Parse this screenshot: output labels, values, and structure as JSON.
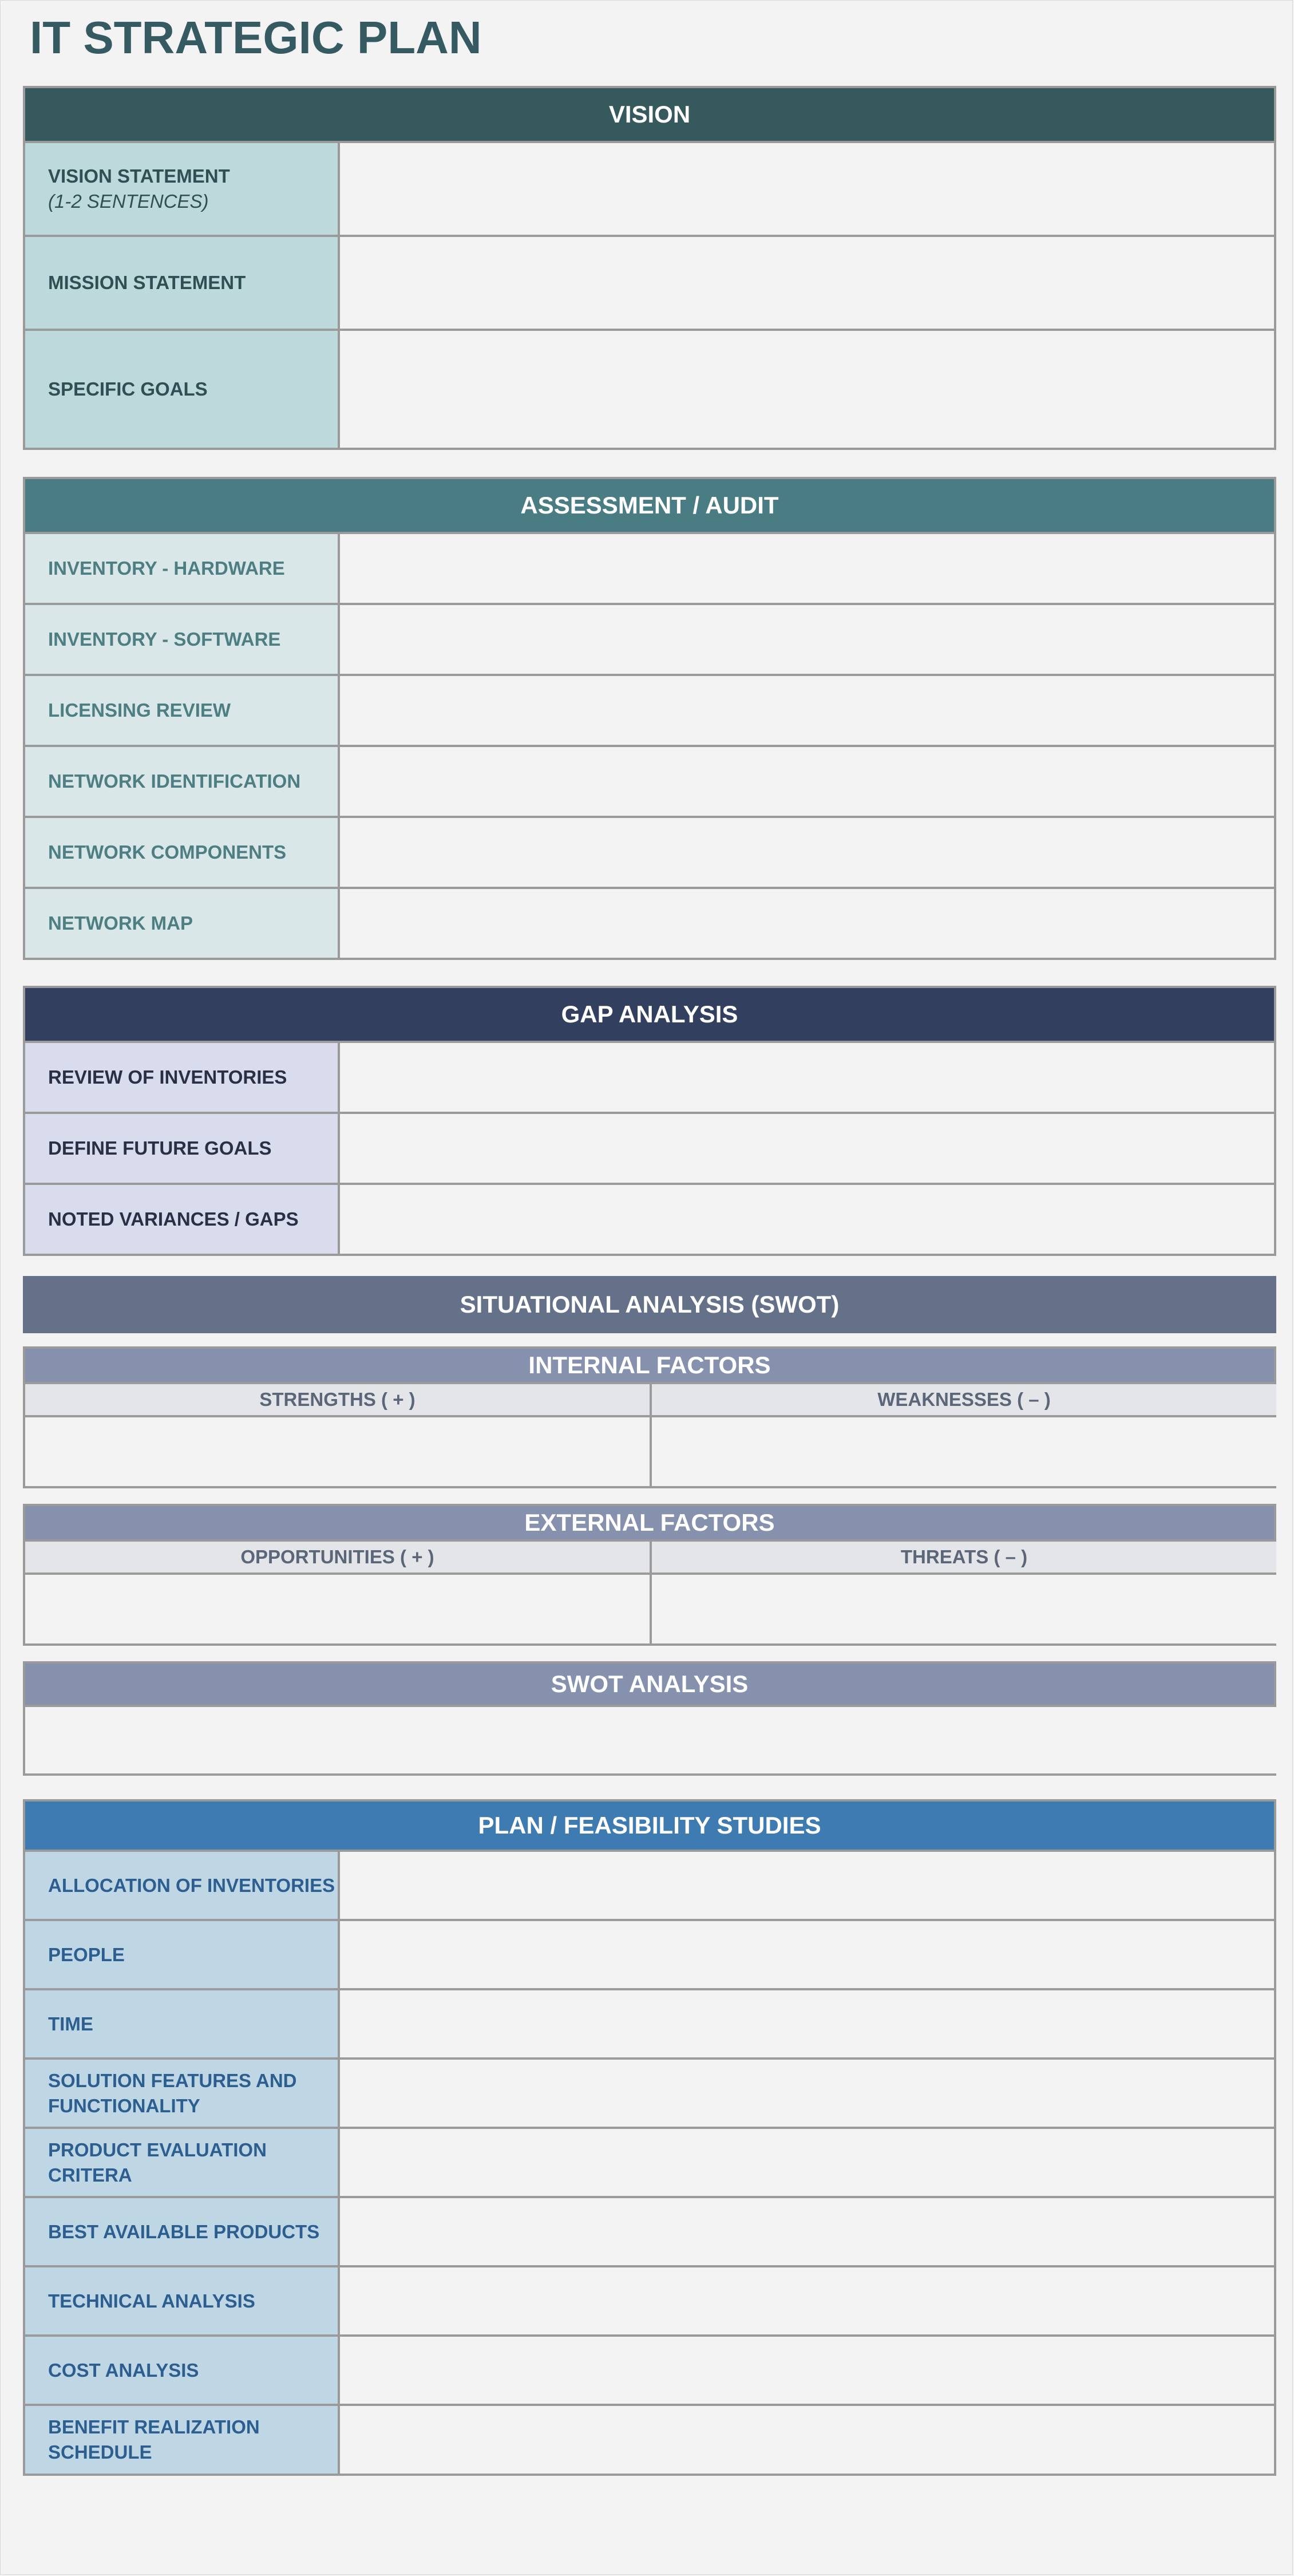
{
  "title": "IT STRATEGIC PLAN",
  "vision": {
    "header": "VISION",
    "rows": [
      {
        "label": "VISION STATEMENT",
        "sub": "(1-2 SENTENCES)"
      },
      {
        "label": "MISSION STATEMENT"
      },
      {
        "label": "SPECIFIC GOALS"
      }
    ]
  },
  "audit": {
    "header": "ASSESSMENT / AUDIT",
    "rows": [
      {
        "label": "INVENTORY - HARDWARE"
      },
      {
        "label": "INVENTORY - SOFTWARE"
      },
      {
        "label": "LICENSING REVIEW"
      },
      {
        "label": "NETWORK IDENTIFICATION"
      },
      {
        "label": "NETWORK COMPONENTS"
      },
      {
        "label": "NETWORK MAP"
      }
    ]
  },
  "gap": {
    "header": "GAP ANALYSIS",
    "rows": [
      {
        "label": "REVIEW OF INVENTORIES"
      },
      {
        "label": "DEFINE FUTURE GOALS"
      },
      {
        "label": "NOTED VARIANCES / GAPS"
      }
    ]
  },
  "swot": {
    "header": "SITUATIONAL ANALYSIS (SWOT)",
    "internal": {
      "header": "INTERNAL FACTORS",
      "left": "STRENGTHS ( + )",
      "right": "WEAKNESSES ( – )"
    },
    "external": {
      "header": "EXTERNAL FACTORS",
      "left": "OPPORTUNITIES ( + )",
      "right": "THREATS ( – )"
    },
    "analysis": {
      "header": "SWOT ANALYSIS"
    }
  },
  "plan": {
    "header": "PLAN / FEASIBILITY STUDIES",
    "rows": [
      {
        "label": "ALLOCATION OF INVENTORIES"
      },
      {
        "label": "PEOPLE"
      },
      {
        "label": "TIME"
      },
      {
        "label": "SOLUTION FEATURES AND FUNCTIONALITY"
      },
      {
        "label": "PRODUCT EVALUATION CRITERA"
      },
      {
        "label": "BEST AVAILABLE PRODUCTS"
      },
      {
        "label": "TECHNICAL ANALYSIS"
      },
      {
        "label": "COST ANALYSIS"
      },
      {
        "label": "BENEFIT REALIZATION SCHEDULE"
      }
    ]
  }
}
